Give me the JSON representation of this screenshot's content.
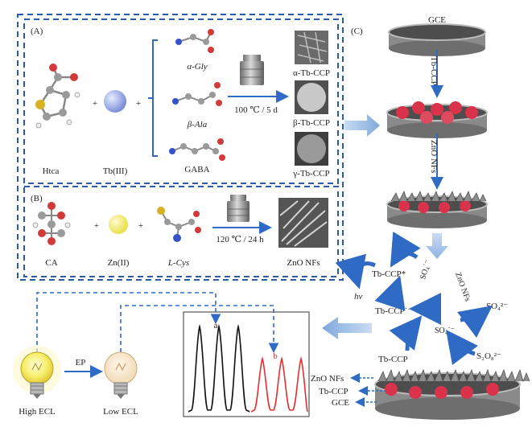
{
  "panel_a": {
    "label": "(A)",
    "htca": "Htca",
    "tb": "Tb(III)",
    "plus": "+",
    "ligands": [
      "α-Gly",
      "β-Ala",
      "GABA"
    ],
    "condition": "100 ℃ / 5 d",
    "products": [
      "α-Tb-CCP",
      "β-Tb-CCP",
      "γ-Tb-CCP"
    ]
  },
  "panel_b": {
    "label": "(B)",
    "ca": "CA",
    "zn": "Zn(II)",
    "cys": "L-Cys",
    "condition": "120 ℃ / 24 h",
    "product": "ZnO NFs"
  },
  "panel_c": {
    "label": "(C)",
    "gce": "GCE",
    "step1": "Tb-CCP",
    "step2": "ZnO NFs",
    "mechanism": {
      "excited": "Tb-CCP*",
      "so4rad": "SO₄˙⁻",
      "hv": "hν",
      "reduced": "Tb-CCP˙⁻",
      "so4rad2": "SO₄˙⁻",
      "zno": "ZnO NFs",
      "so4": "SO₄²⁻",
      "ground": "Tb-CCP",
      "s2o8": "S₂O₈²⁻"
    },
    "layers": [
      "ZnO NFs",
      "Tb-CCP",
      "GCE"
    ]
  },
  "bottom": {
    "high": "High ECL",
    "low": "Low ECL",
    "ep": "EP",
    "peak_a": "a",
    "peak_b": "b"
  },
  "colors": {
    "dash_blue": "#2a5caa",
    "arrow_blue": "#3b7fd6",
    "cyl_red": "#d8334a",
    "trace_black": "#111111",
    "trace_red": "#e23030"
  }
}
